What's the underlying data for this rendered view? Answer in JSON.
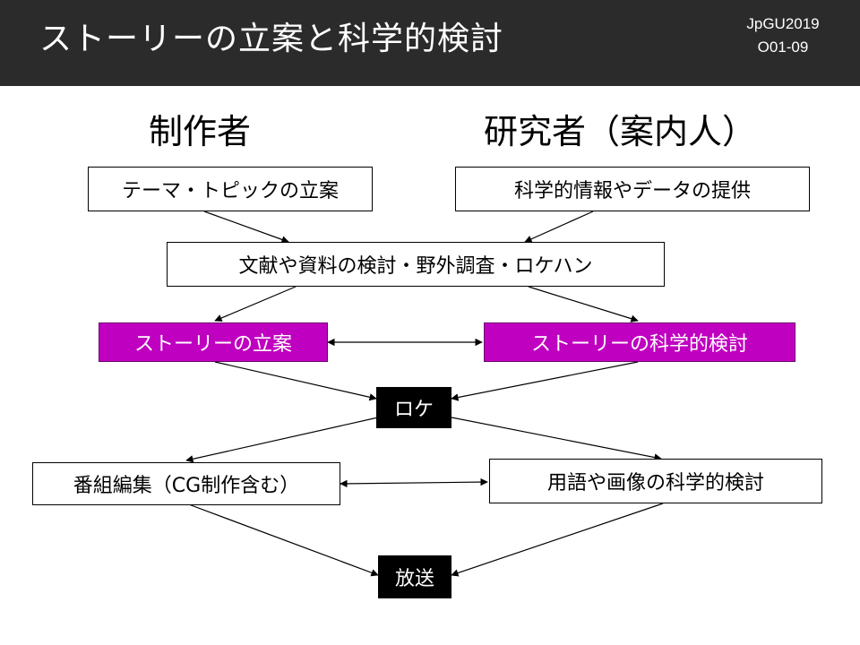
{
  "header": {
    "title": "ストーリーの立案と科学的検討",
    "conference": "JpGU2019",
    "session": "O01-09"
  },
  "columns": {
    "left": "制作者",
    "right": "研究者（案内人）"
  },
  "boxes": {
    "theme": "テーマ・トピックの立案",
    "sci_info": "科学的情報やデータの提供",
    "research": "文献や資料の検討・野外調査・ロケハン",
    "story_plan": "ストーリーの立案",
    "story_sci": "ストーリーの科学的検討",
    "location": "ロケ",
    "editing": "番組編集（CG制作含む）",
    "terms": "用語や画像の科学的検討",
    "broadcast": "放送"
  },
  "colors": {
    "header_bg": "#2b2b2b",
    "highlight": "#c000c0",
    "dark_box": "#000000"
  }
}
